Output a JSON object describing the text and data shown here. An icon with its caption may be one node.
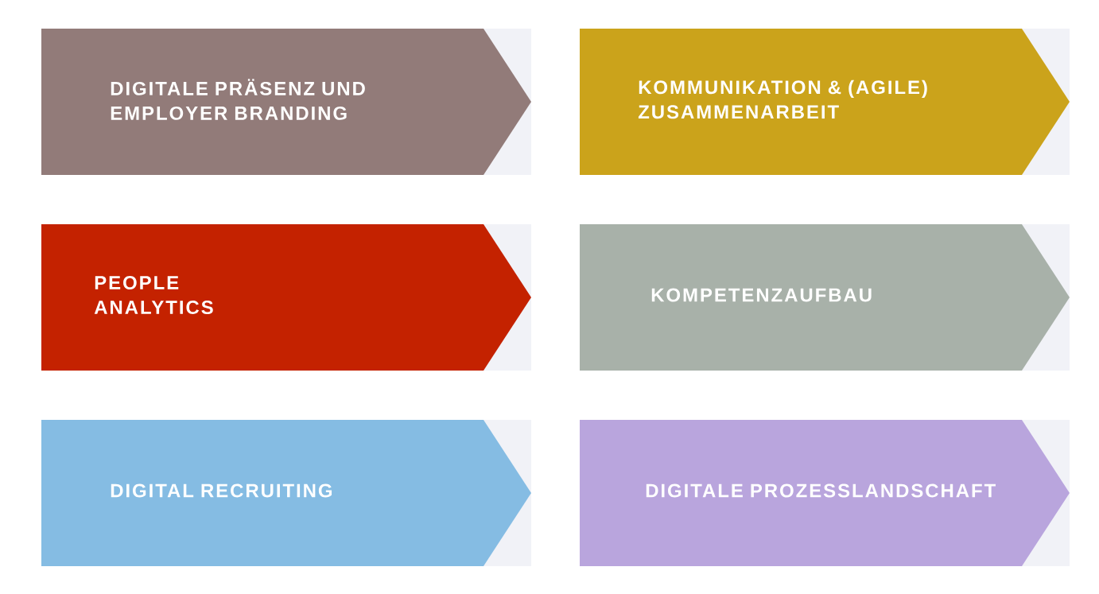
{
  "diagram": {
    "nodes": [
      {
        "text": [
          "DIGITALE PRÄSENZ UND EMPLOYER BRANDING"
        ]
      },
      {
        "text": [
          "KOMMUNIKATION & (AGILE) ZUSAMMENARBEIT"
        ]
      },
      {
        "text": [
          "PEOPLE ANALYTICS"
        ]
      },
      {
        "text": [
          "KOMPETENZAUFBAU"
        ]
      },
      {
        "text": [
          "DIGITAL RECRUITING"
        ]
      },
      {
        "text": [
          "DIGITALE PROZESSLANDSCHAFT"
        ]
      }
    ]
  }
}
